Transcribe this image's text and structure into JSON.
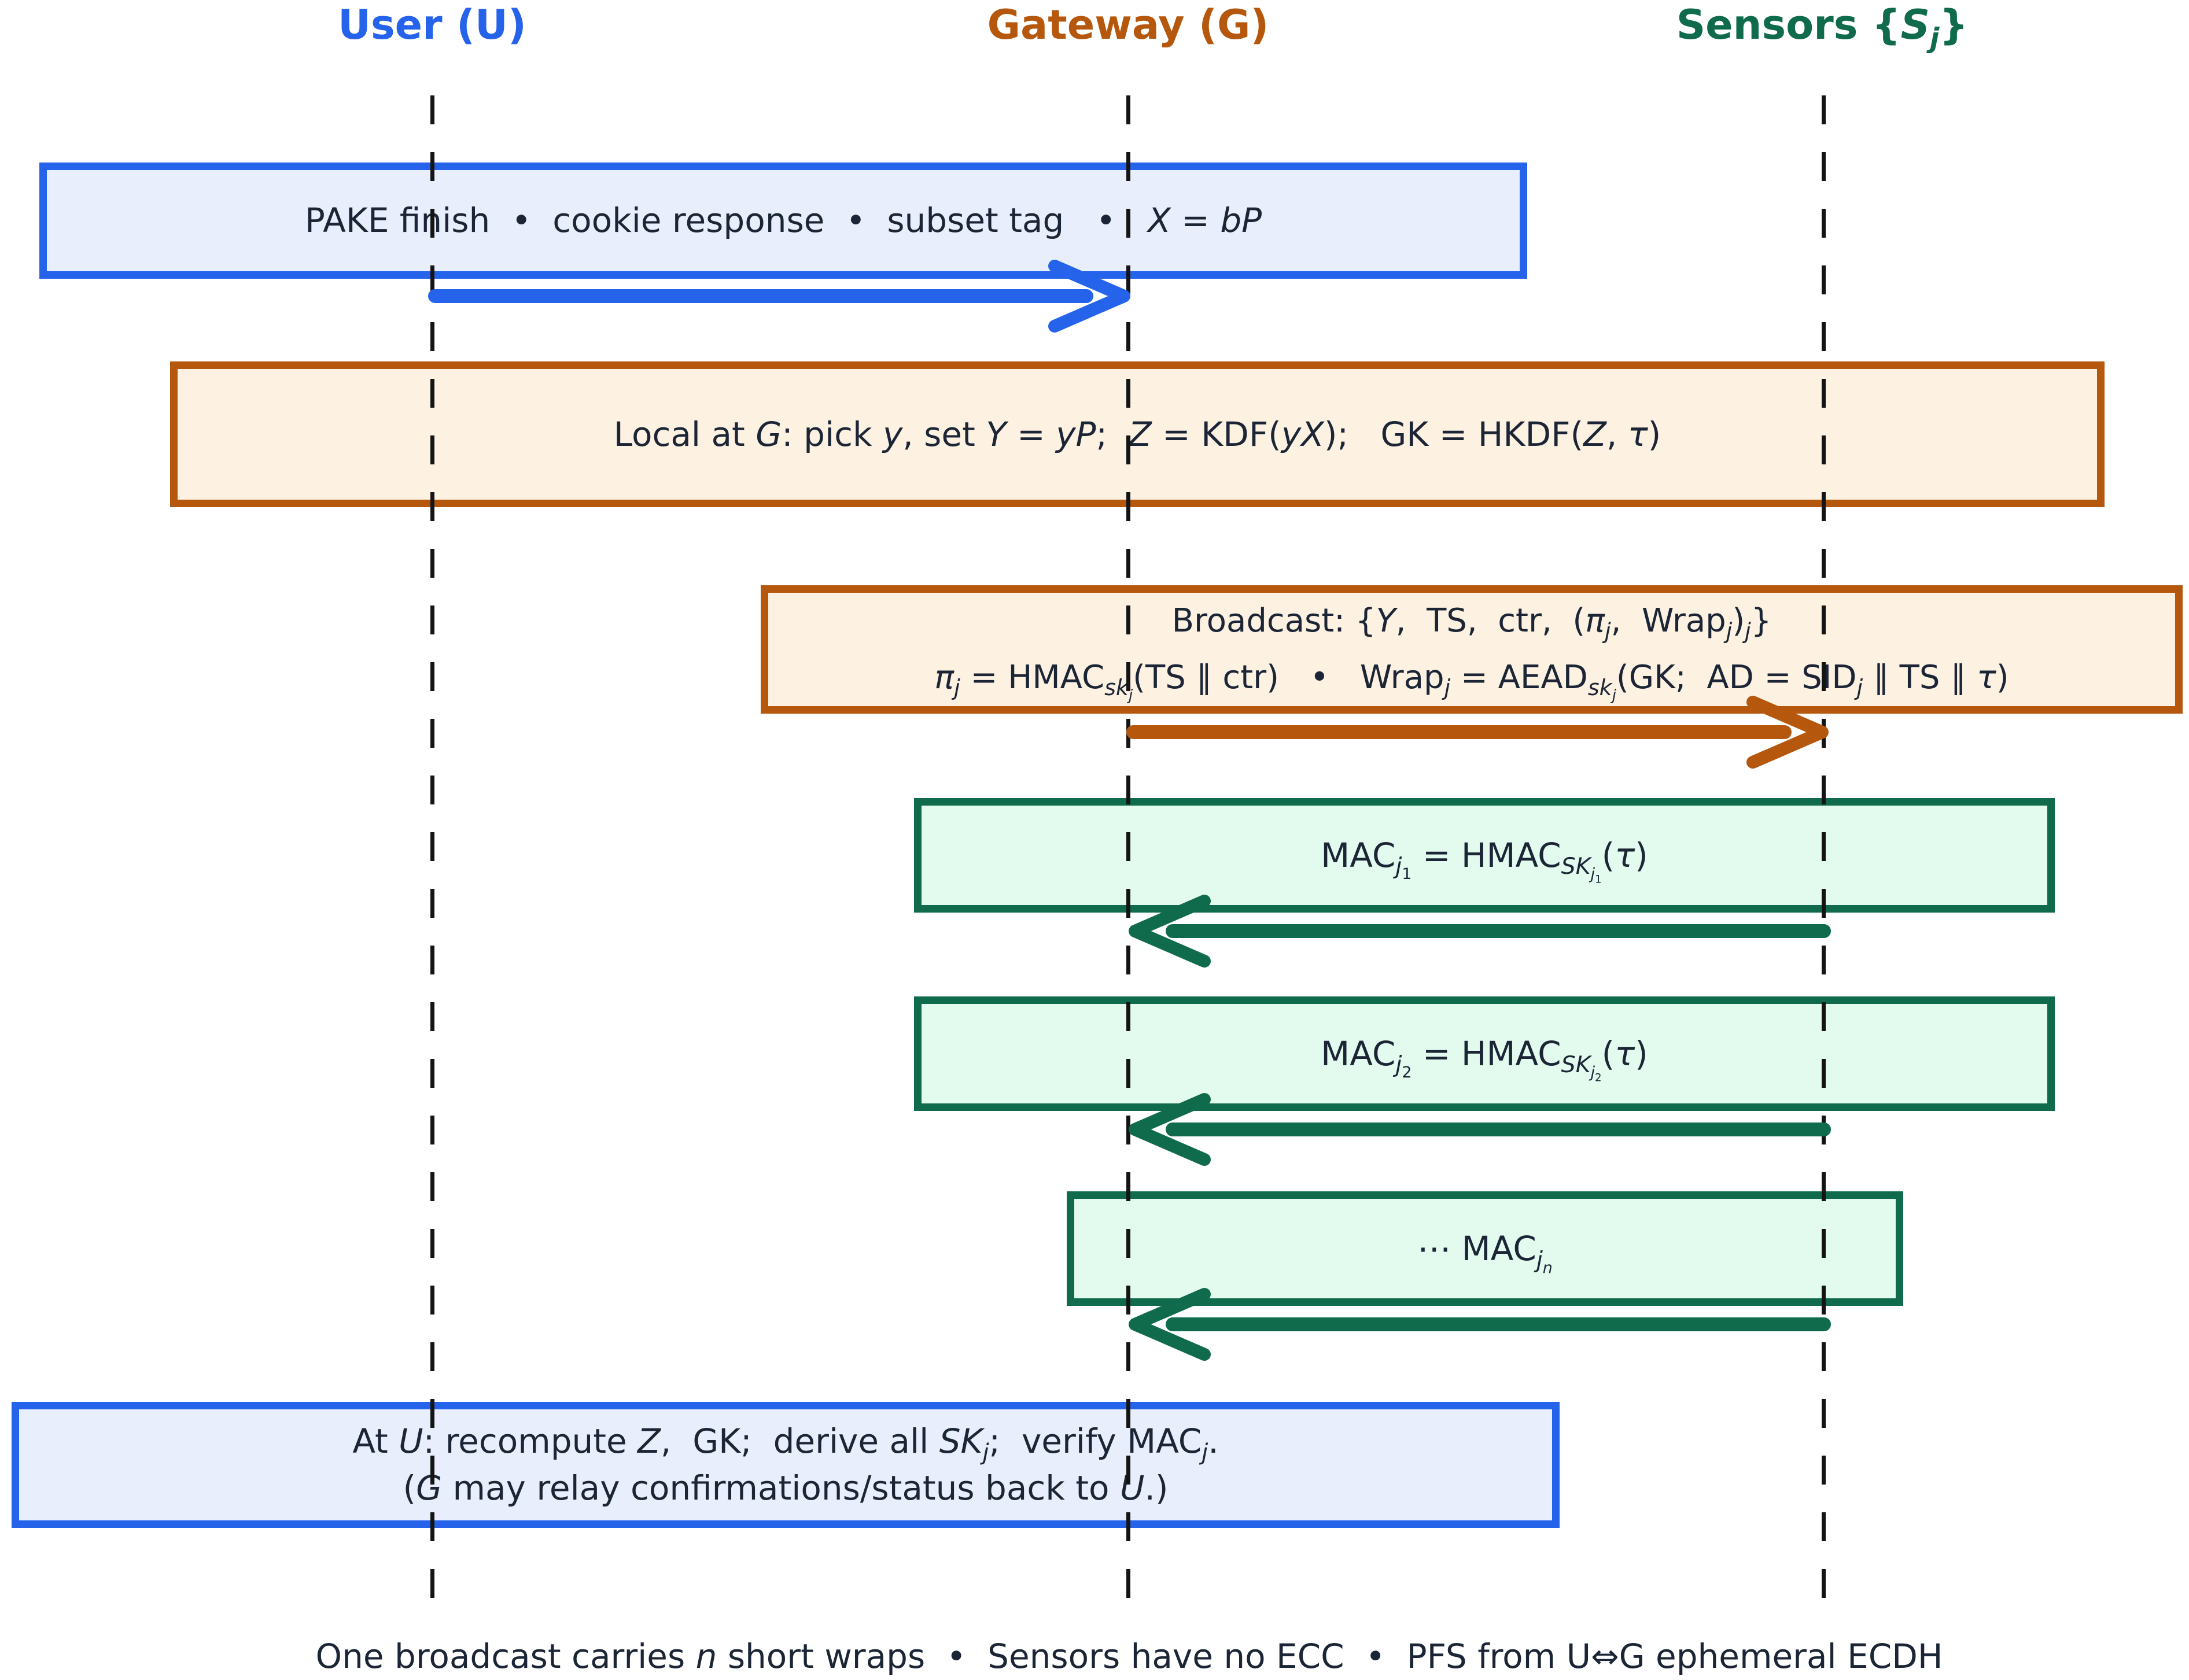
{
  "colors": {
    "blue": "#2563eb",
    "blue_fill": "#e8eefb",
    "orange": "#b5580d",
    "orange_fill": "#fdf1e2",
    "green": "#0f6b4c",
    "green_fill": "#e2fbee",
    "ink": "#1b2535",
    "lifeline": "#141414"
  },
  "actors": {
    "user": {
      "label_html": "User (U)",
      "color": "#2563eb"
    },
    "gateway": {
      "label_html": "Gateway (G)",
      "color": "#b5580d"
    },
    "sensors": {
      "label_html": "Sensors {<i>S<sub>j</sub></i>}",
      "color": "#0f6b4c"
    }
  },
  "boxes": {
    "pake": {
      "html": "PAKE finish&nbsp; •&nbsp; cookie response&nbsp; •&nbsp; subset tag&nbsp;&nbsp; •&nbsp;&nbsp; <i>X</i> = <i>bP</i>"
    },
    "local_compute": {
      "html": "Local at <i>G</i>: pick <i>y</i>, set <i>Y</i> = <i>yP</i>;&nbsp; <i>Z</i> = KDF(<i>yX</i>);&nbsp;&nbsp; GK = HKDF(<i>Z</i>, <i>τ</i>)"
    },
    "broadcast": {
      "line1_html": "Broadcast: {<i>Y</i>,&nbsp; TS,&nbsp; ctr,&nbsp; (<i>π<sub>j</sub></i>,&nbsp; Wrap<sub><i>j</i></sub>)<sub><i>j</i></sub>}",
      "line2_html": "<i>π<sub>j</sub></i> = HMAC<sub><i>sk<sub>j</sub></i></sub>(TS ∥ ctr)&nbsp;&nbsp; •&nbsp;&nbsp; Wrap<sub><i>j</i></sub> = AEAD<sub><i>sk<sub>j</sub></i></sub>(GK;&nbsp; AD = SID<sub><i>j</i></sub> ∥ TS ∥ <i>τ</i>)"
    },
    "mac_j1": {
      "html": "MAC<sub><i>j</i><sub>1</sub></sub> = HMAC<sub><i>SK</i><sub><i>j</i><sub>1</sub></sub></sub>(<i>τ</i>)"
    },
    "mac_j2": {
      "html": "MAC<sub><i>j</i><sub>2</sub></sub> = HMAC<sub><i>SK</i><sub><i>j</i><sub>2</sub></sub></sub>(<i>τ</i>)"
    },
    "mac_jn": {
      "html": "⋯ MAC<sub><i>j</i><sub><i>n</i></sub></sub>"
    },
    "verify": {
      "line1_html": "At <i>U</i>: recompute <i>Z</i>,&nbsp; GK;&nbsp; derive all <i>SK<sub>j</sub></i>;&nbsp; verify MAC<sub><i>j</i></sub>.",
      "line2_html": "(<i>G</i> may relay confirmations/status back to <i>U</i>.)"
    }
  },
  "arrows": [
    {
      "name": "user-to-gateway",
      "from": "User",
      "to": "Gateway",
      "color": "#2563eb",
      "direction": "right"
    },
    {
      "name": "gateway-to-sensors",
      "from": "Gateway",
      "to": "Sensors",
      "color": "#b5580d",
      "direction": "right"
    },
    {
      "name": "sensors-to-gateway-1",
      "from": "Sensors",
      "to": "Gateway",
      "color": "#0f6b4c",
      "direction": "left"
    },
    {
      "name": "sensors-to-gateway-2",
      "from": "Sensors",
      "to": "Gateway",
      "color": "#0f6b4c",
      "direction": "left"
    },
    {
      "name": "sensors-to-gateway-n",
      "from": "Sensors",
      "to": "Gateway",
      "color": "#0f6b4c",
      "direction": "left"
    }
  ],
  "caption": {
    "html": "One broadcast carries <i>n</i> short wraps&nbsp; •&nbsp; Sensors have no ECC&nbsp; •&nbsp; PFS from U⇔G ephemeral ECDH"
  }
}
